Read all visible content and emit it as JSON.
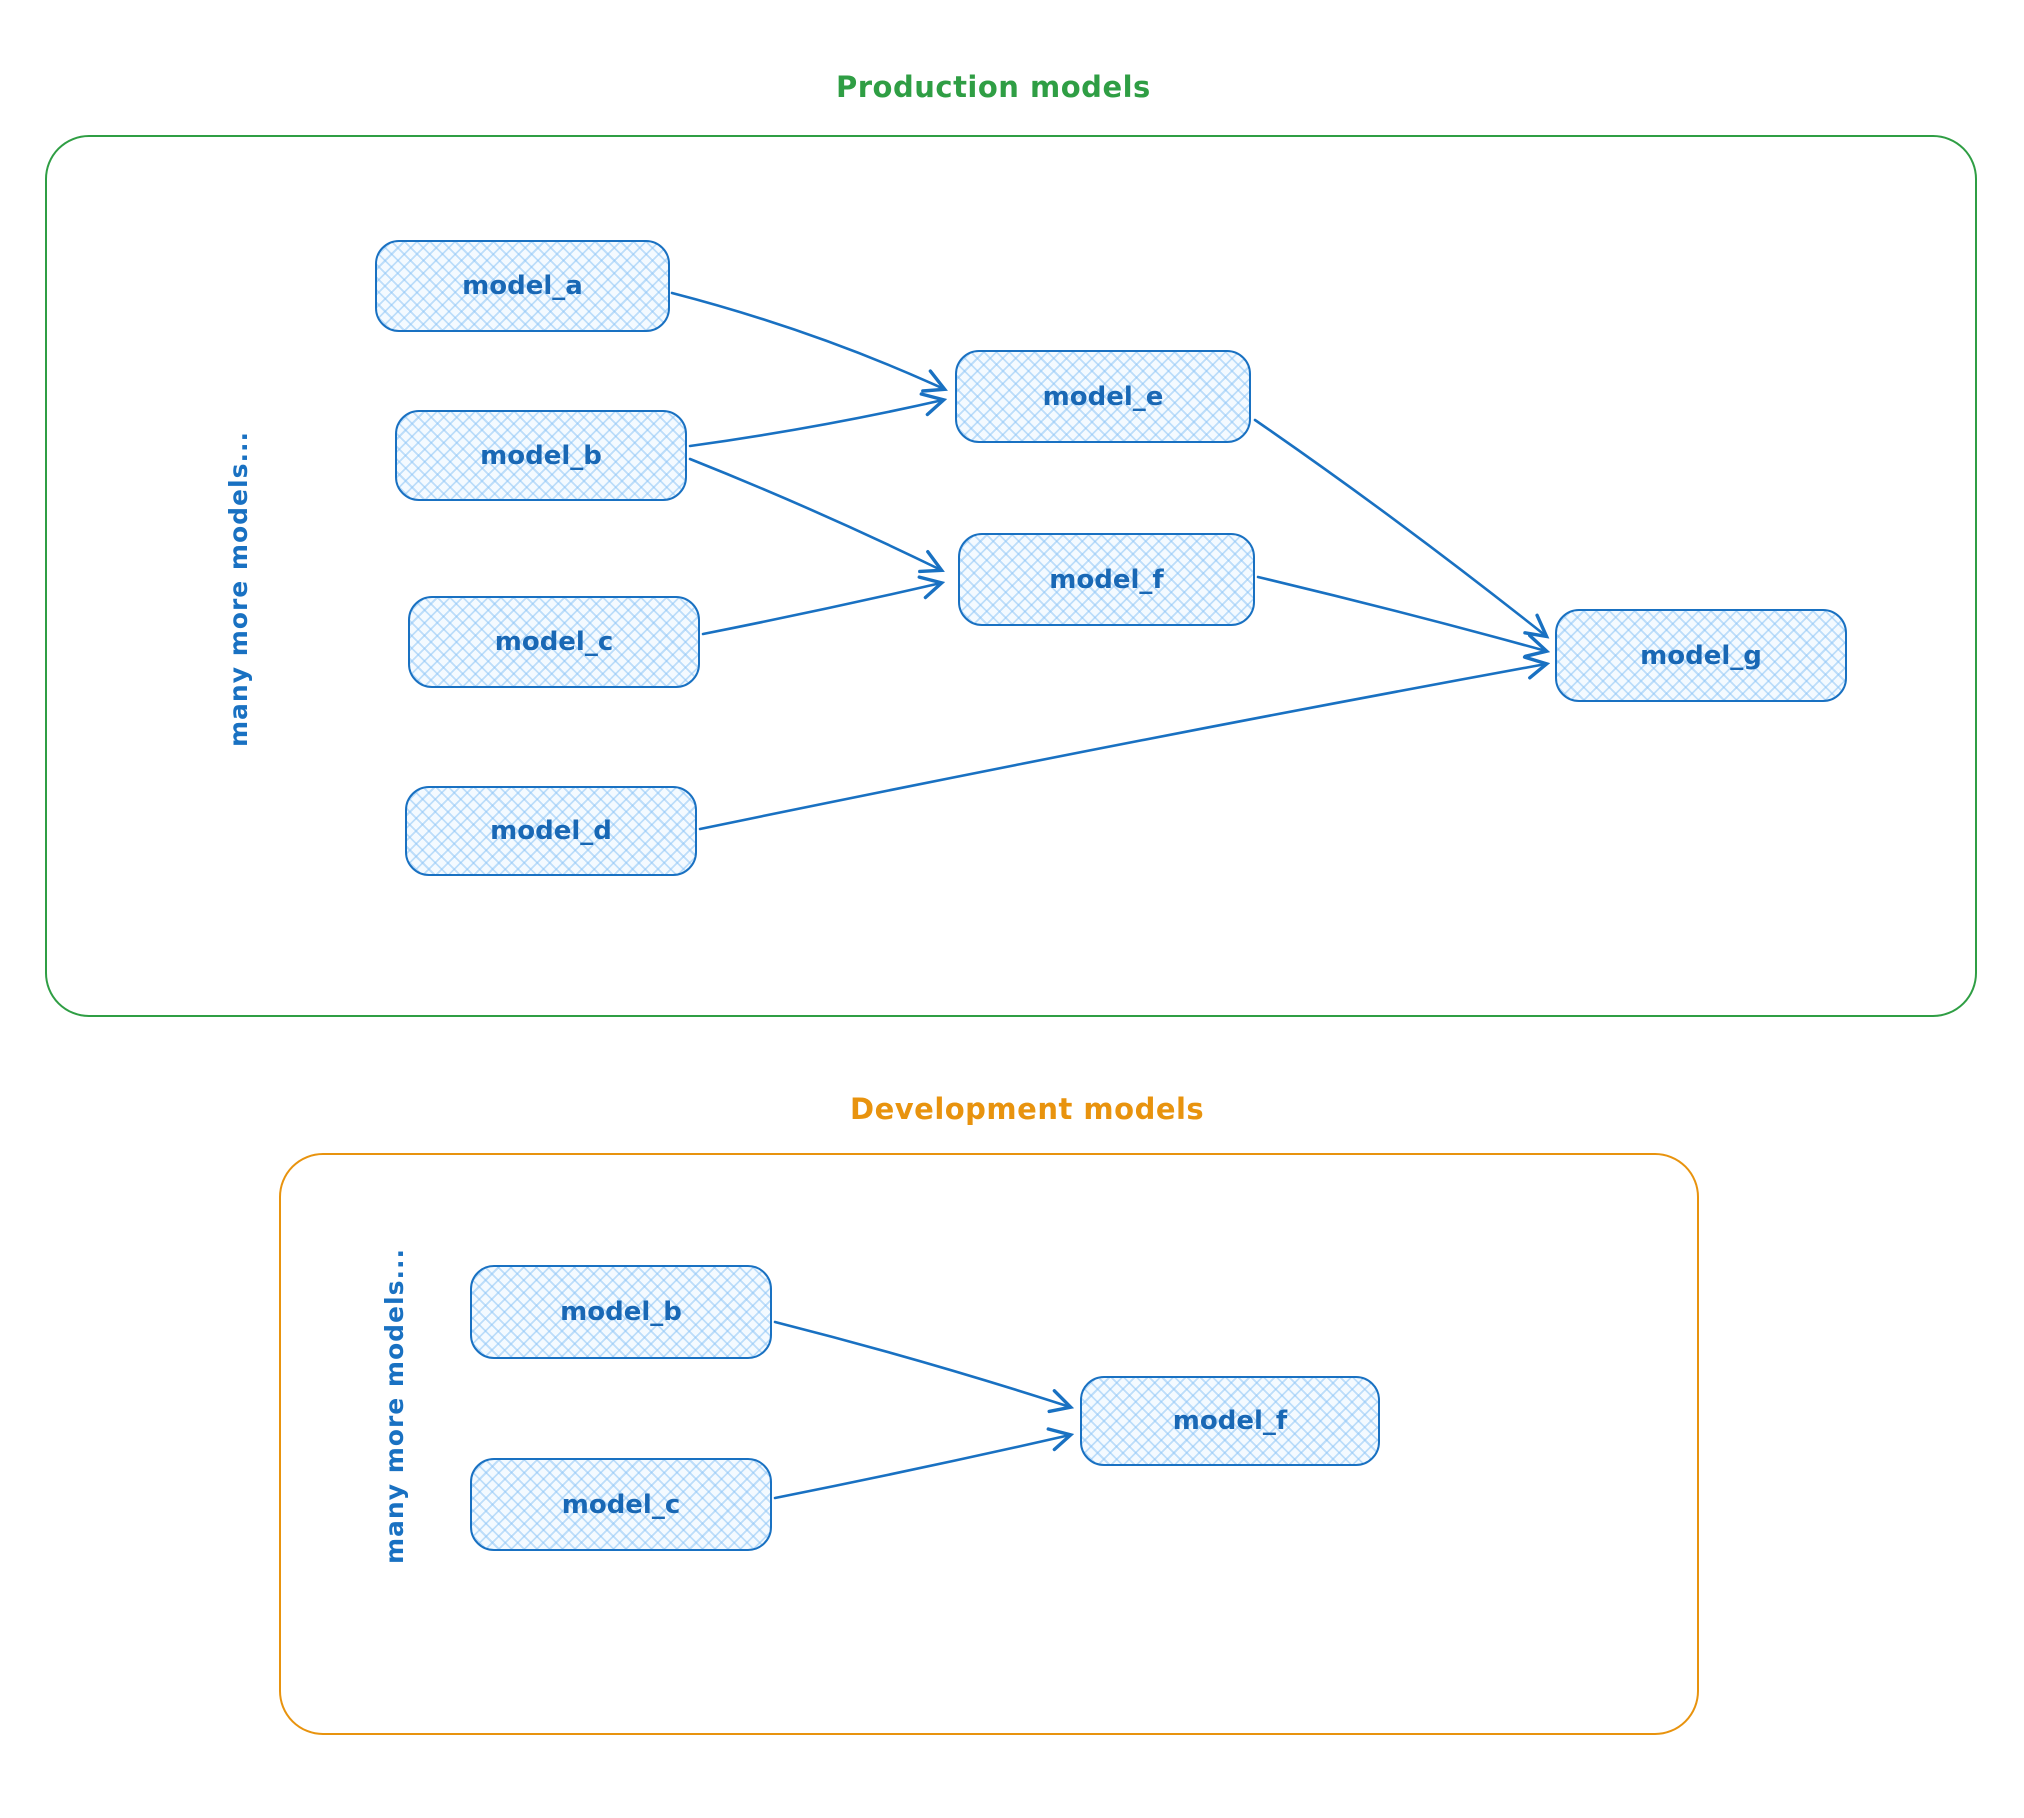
{
  "sections": {
    "production": {
      "title": "Production models",
      "accent_color": "#2f9e44",
      "side_label": "many more models...",
      "nodes": {
        "a": "model_a",
        "b": "model_b",
        "c": "model_c",
        "d": "model_d",
        "e": "model_e",
        "f": "model_f",
        "g": "model_g"
      },
      "edges": [
        {
          "from": "model_a",
          "to": "model_e"
        },
        {
          "from": "model_b",
          "to": "model_e"
        },
        {
          "from": "model_b",
          "to": "model_f"
        },
        {
          "from": "model_c",
          "to": "model_f"
        },
        {
          "from": "model_e",
          "to": "model_g"
        },
        {
          "from": "model_f",
          "to": "model_g"
        },
        {
          "from": "model_d",
          "to": "model_g"
        }
      ]
    },
    "development": {
      "title": "Development models",
      "accent_color": "#e8930e",
      "side_label": "many more models...",
      "nodes": {
        "b": "model_b",
        "c": "model_c",
        "f": "model_f"
      },
      "edges": [
        {
          "from": "model_b",
          "to": "model_f"
        },
        {
          "from": "model_c",
          "to": "model_f"
        }
      ]
    }
  },
  "node_style": {
    "stroke_color": "#1971c2",
    "fill_color": "#dbeafe",
    "text_color": "#1968b5"
  }
}
